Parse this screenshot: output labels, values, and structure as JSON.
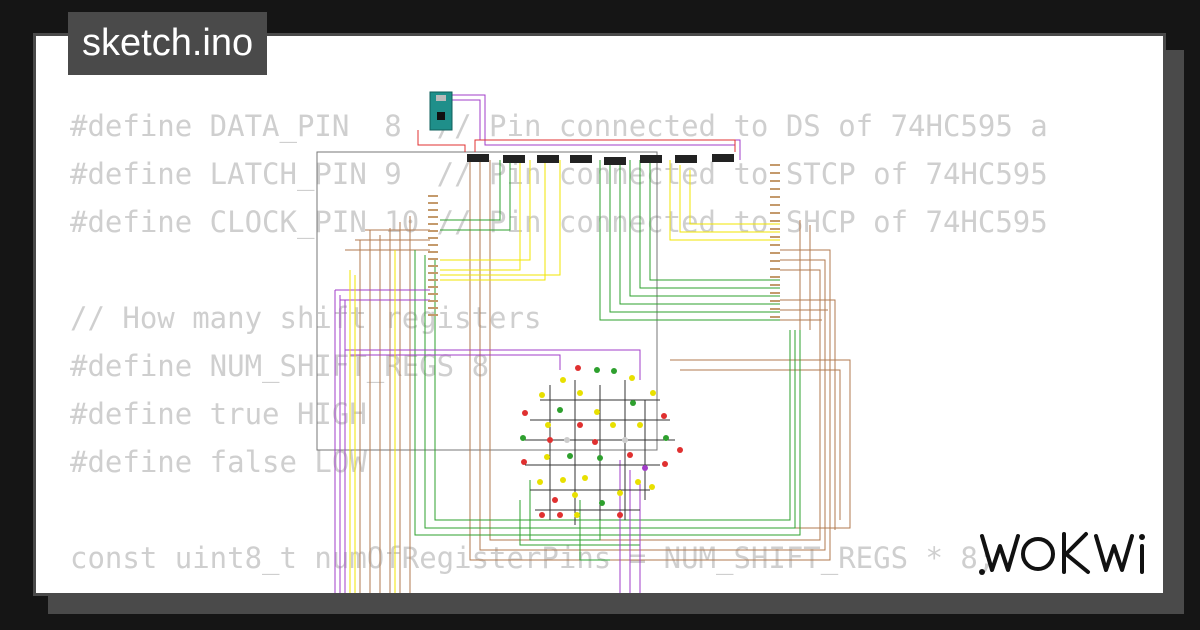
{
  "window": {
    "title": "sketch.ino"
  },
  "code": {
    "lines": [
      "#define DATA_PIN  8  // Pin connected to DS of 74HC595 a",
      "#define LATCH_PIN 9  // Pin connected to STCP of 74HC595",
      "#define CLOCK_PIN 10 // Pin connected to SHCP of 74HC595",
      "",
      "// How many shift registers",
      "#define NUM_SHIFT_REGS 8",
      "#define true HIGH",
      "#define false LOW",
      "",
      "const uint8_t numOfRegisterPins = NUM_SHIFT_REGS * 8;"
    ]
  },
  "brand": {
    "logo_text": "WOKWi"
  },
  "colors": {
    "background": "#151515",
    "frame": "#4a4a4a",
    "code_text": "#cfcfcf",
    "wire_green": "#2ea02e",
    "wire_purple": "#a23cc8",
    "wire_yellow": "#f2e600",
    "wire_brown": "#b07a4f",
    "board_teal": "#1f8f8a"
  }
}
